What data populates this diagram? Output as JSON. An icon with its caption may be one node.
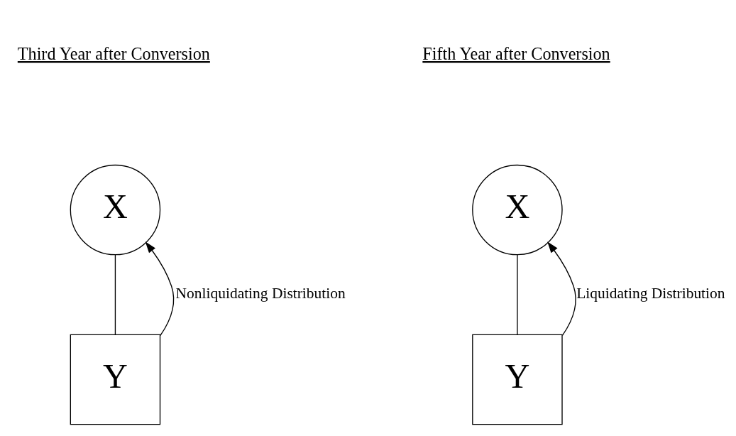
{
  "diagram": {
    "nodes": [
      {
        "text": [
          "X"
        ]
      },
      {
        "text": [
          "Y"
        ]
      },
      {
        "text": [
          "X"
        ]
      },
      {
        "text": [
          "Y"
        ]
      }
    ],
    "edges": [
      {
        "from": 0,
        "to": 1,
        "arrow": "none"
      },
      {
        "from": 1,
        "to": 0,
        "arrow": "to",
        "label": "Nonliquidating Distribution"
      },
      {
        "from": 2,
        "to": 3,
        "arrow": "none"
      },
      {
        "from": 3,
        "to": 2,
        "arrow": "to",
        "label": "Liquidating Distribution"
      }
    ],
    "labels": [
      "Third Year after Conversion",
      "Fifth Year after Conversion"
    ]
  }
}
